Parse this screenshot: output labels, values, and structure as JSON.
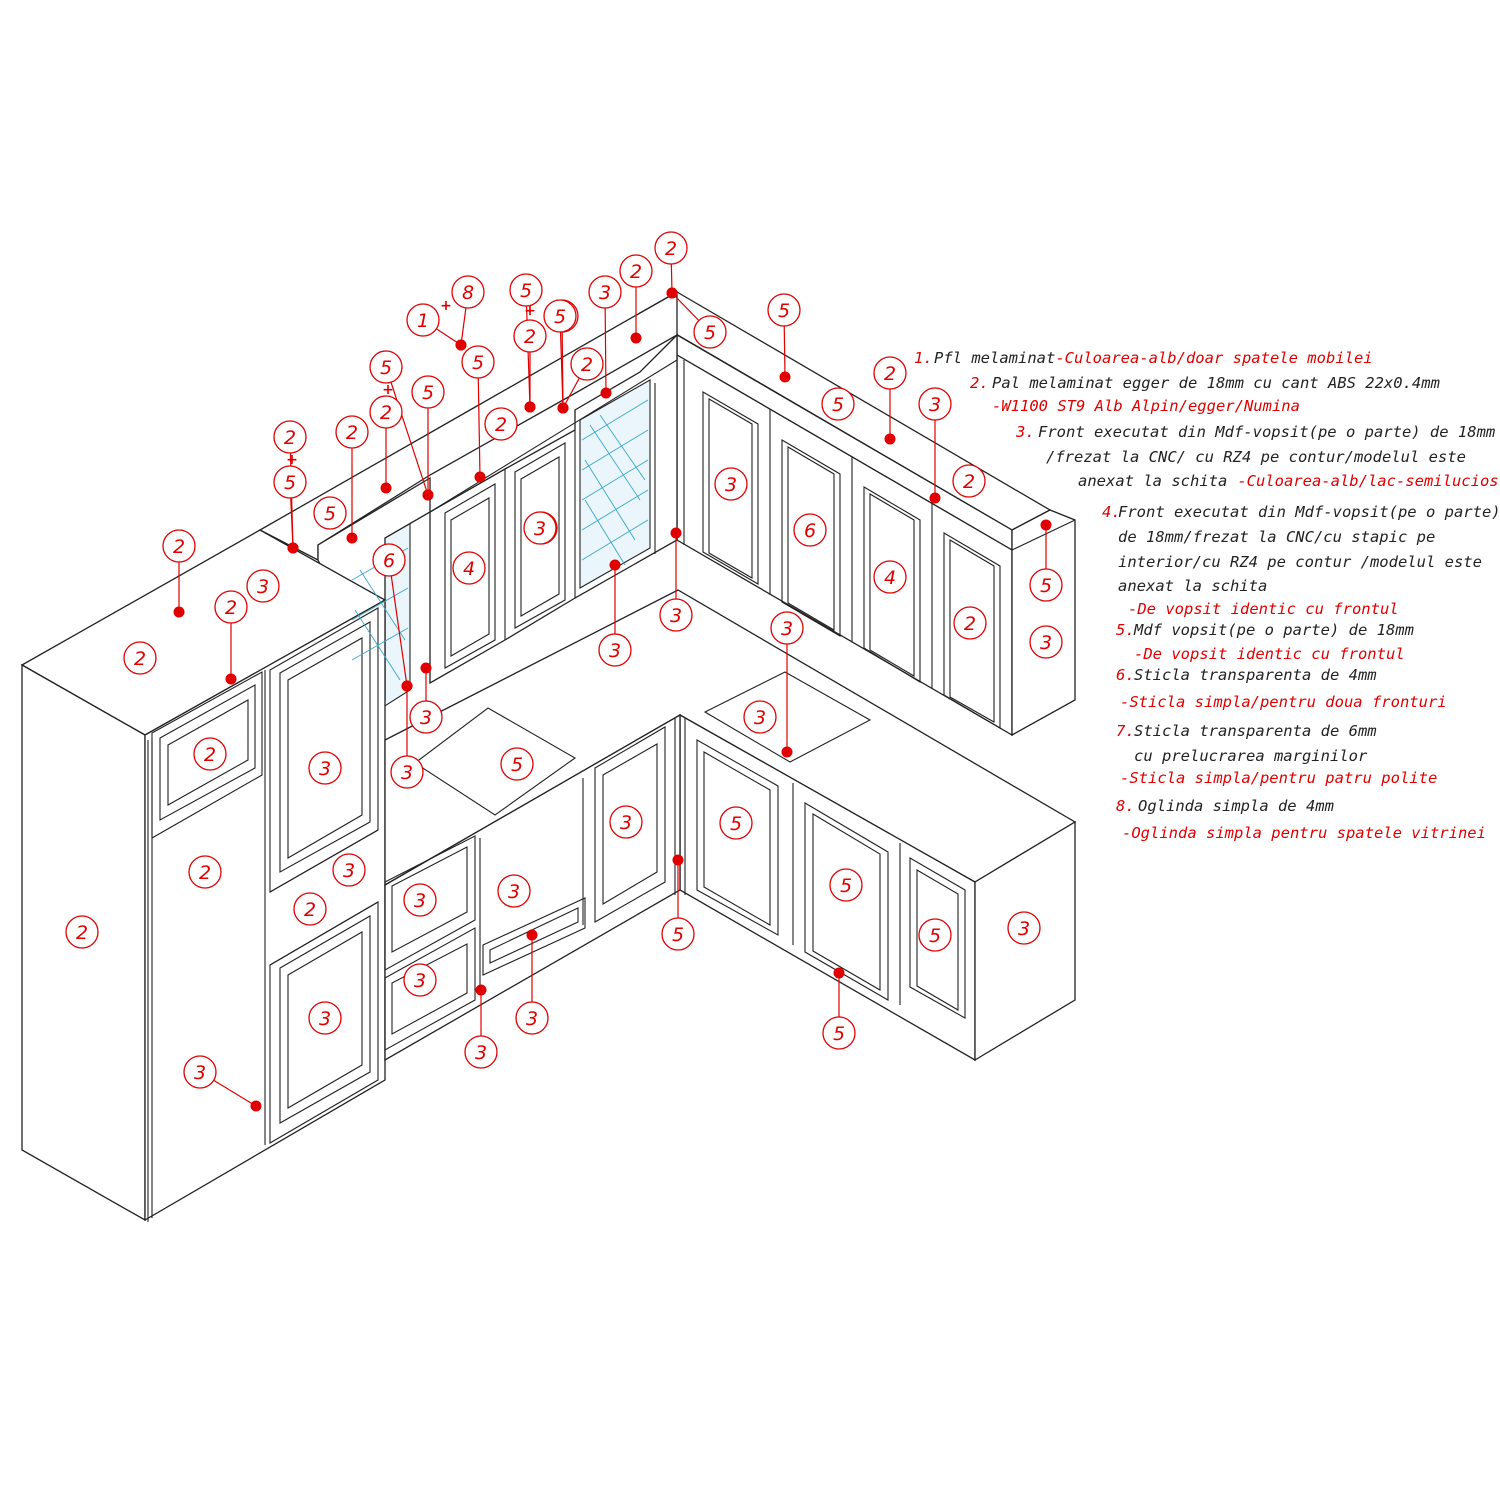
{
  "legend": [
    {
      "num": "1.",
      "text": "Pfl melaminat",
      "note": "-Culoarea-alb/doar spatele mobilei"
    },
    {
      "num": "2.",
      "text": "Pal melaminat egger de 18mm cu cant ABS 22x0.4mm",
      "note": "-W1100 ST9 Alb Alpin/egger/Numina"
    },
    {
      "num": "3.",
      "text": "Front executat din Mdf-vopsit(pe o parte) de 18mm",
      "text2": "/frezat la CNC/ cu RZ4 pe contur/modelul este",
      "text3": "anexat la schita",
      "note": "-Culoarea-alb/lac-semilucios"
    },
    {
      "num": "4.",
      "text": "Front executat din Mdf-vopsit(pe o parte)",
      "text2": "de 18mm/frezat la CNC/cu stapic pe",
      "text3": "interior/cu RZ4 pe contur /modelul este",
      "text4": "anexat la schita",
      "note": "-De vopsit identic cu frontul"
    },
    {
      "num": "5.",
      "text": "Mdf vopsit(pe o parte) de 18mm",
      "note": "-De vopsit identic cu frontul"
    },
    {
      "num": "6.",
      "text": "Sticla transparenta de 4mm",
      "note": "-Sticla simpla/pentru doua fronturi"
    },
    {
      "num": "7.",
      "text": "Sticla transparenta de 6mm",
      "text2": "cu prelucrarea marginilor",
      "note": "-Sticla simpla/pentru patru polite"
    },
    {
      "num": "8.",
      "text": "Oglinda simpla de 4mm",
      "note": "-Oglinda simpla pentru spatele vitrinei"
    }
  ],
  "plus_sign": "+",
  "colors": {
    "annotation": "#e00000",
    "linework": "#222222",
    "glass": "#3aa6c8"
  },
  "callouts": [
    "1",
    "8",
    "5",
    "2",
    "5",
    "2",
    "5",
    "2",
    "2",
    "5",
    "5",
    "2",
    "6",
    "5",
    "3",
    "2",
    "5",
    "2",
    "3",
    "5",
    "3",
    "2",
    "2",
    "5",
    "2",
    "5",
    "3",
    "4",
    "6",
    "3",
    "3",
    "3",
    "4",
    "3",
    "3",
    "3",
    "2",
    "5",
    "5",
    "2",
    "3",
    "2",
    "2",
    "2",
    "3",
    "3",
    "3",
    "2",
    "2",
    "3",
    "3",
    "3",
    "3",
    "5",
    "5",
    "5",
    "2",
    "3",
    "5",
    "3",
    "3",
    "3",
    "5",
    "5",
    "3",
    "3"
  ]
}
